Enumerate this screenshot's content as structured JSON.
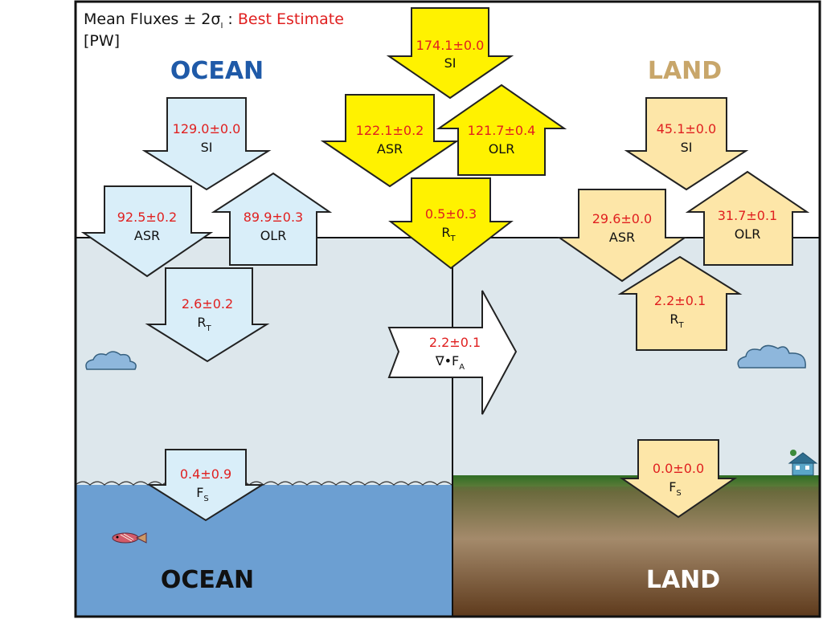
{
  "header": {
    "title_prefix": "Mean Fluxes ± 2σ",
    "title_sub": "I",
    "title_colon": " : ",
    "title_best": "Best Estimate",
    "units": "[PW]"
  },
  "regions": {
    "ocean_top": "OCEAN",
    "land_top": "LAND",
    "ocean_bottom": "OCEAN",
    "land_bottom": "LAND"
  },
  "colors": {
    "ocean_arrow": "#d9eef9",
    "global_arrow": "#fff200",
    "land_arrow": "#fde6a8",
    "transport_arrow": "#ffffff",
    "sky": "#dde7ec",
    "ocean_water": "#6c9fd2",
    "ocean_title": "#1f5aa8",
    "land_title": "#c8a66a",
    "value_text": "#e02020"
  },
  "fluxes": {
    "global": {
      "si": {
        "value": "174.1±0.0",
        "label": "SI"
      },
      "asr": {
        "value": "122.1±0.2",
        "label": "ASR"
      },
      "olr": {
        "value": "121.7±0.4",
        "label": "OLR"
      },
      "rt": {
        "value": "0.5±0.3",
        "label": "R",
        "sub": "T"
      }
    },
    "ocean": {
      "si": {
        "value": "129.0±0.0",
        "label": "SI"
      },
      "asr": {
        "value": "92.5±0.2",
        "label": "ASR"
      },
      "olr": {
        "value": "89.9±0.3",
        "label": "OLR"
      },
      "rt": {
        "value": "2.6±0.2",
        "label": "R",
        "sub": "T"
      },
      "fs": {
        "value": "0.4±0.9",
        "label": "F",
        "sub": "S"
      }
    },
    "land": {
      "si": {
        "value": "45.1±0.0",
        "label": "SI"
      },
      "asr": {
        "value": "29.6±0.0",
        "label": "ASR"
      },
      "olr": {
        "value": "31.7±0.1",
        "label": "OLR"
      },
      "rt": {
        "value": "2.2±0.1",
        "label": "R",
        "sub": "T"
      },
      "fs": {
        "value": "0.0±0.0",
        "label": "F",
        "sub": "S"
      }
    },
    "transport": {
      "value": "2.2±0.1",
      "label": "∇•F",
      "sub": "A"
    }
  },
  "icons": [
    "cloud-icon",
    "fish-icon",
    "house-icon"
  ]
}
